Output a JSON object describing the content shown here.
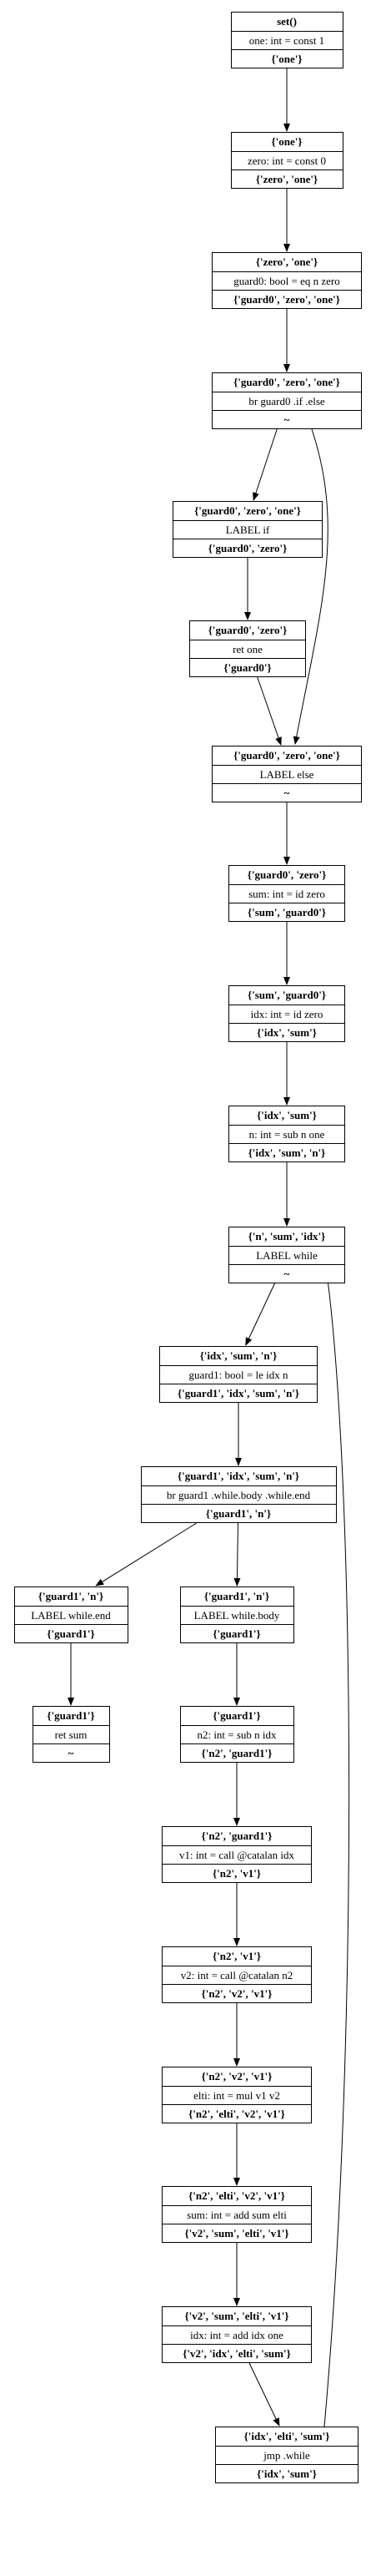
{
  "nodes": [
    {
      "id": "n1",
      "in": "set()",
      "body": "one: int = const 1",
      "out": "{'one'}"
    },
    {
      "id": "n2",
      "in": "{'one'}",
      "body": "zero: int = const 0",
      "out": "{'zero', 'one'}"
    },
    {
      "id": "n3",
      "in": "{'zero', 'one'}",
      "body": "guard0: bool = eq n zero",
      "out": "{'guard0', 'zero', 'one'}"
    },
    {
      "id": "n4",
      "in": "{'guard0', 'zero', 'one'}",
      "body": "br guard0 .if .else",
      "out": "~"
    },
    {
      "id": "n5",
      "in": "{'guard0', 'zero', 'one'}",
      "body": "LABEL if",
      "out": "{'guard0', 'zero'}"
    },
    {
      "id": "n6",
      "in": "{'guard0', 'zero'}",
      "body": "ret one",
      "out": "{'guard0'}"
    },
    {
      "id": "n7",
      "in": "{'guard0', 'zero', 'one'}",
      "body": "LABEL else",
      "out": "~"
    },
    {
      "id": "n8",
      "in": "{'guard0', 'zero'}",
      "body": "sum: int = id zero",
      "out": "{'sum', 'guard0'}"
    },
    {
      "id": "n9",
      "in": "{'sum', 'guard0'}",
      "body": "idx: int = id zero",
      "out": "{'idx', 'sum'}"
    },
    {
      "id": "n10",
      "in": "{'idx', 'sum'}",
      "body": "n: int = sub n one",
      "out": "{'idx', 'sum', 'n'}"
    },
    {
      "id": "n11",
      "in": "{'n', 'sum', 'idx'}",
      "body": "LABEL while",
      "out": "~"
    },
    {
      "id": "n12",
      "in": "{'idx', 'sum', 'n'}",
      "body": "guard1: bool = le idx n",
      "out": "{'guard1', 'idx', 'sum', 'n'}"
    },
    {
      "id": "n13",
      "in": "{'guard1', 'idx', 'sum', 'n'}",
      "body": "br guard1 .while.body .while.end",
      "out": "{'guard1', 'n'}"
    },
    {
      "id": "n14",
      "in": "{'guard1', 'n'}",
      "body": "LABEL while.end",
      "out": "{'guard1'}"
    },
    {
      "id": "n15",
      "in": "{'guard1'}",
      "body": "ret sum",
      "out": "~"
    },
    {
      "id": "n16",
      "in": "{'guard1', 'n'}",
      "body": "LABEL while.body",
      "out": "{'guard1'}"
    },
    {
      "id": "n17",
      "in": "{'guard1'}",
      "body": "n2: int = sub n idx",
      "out": "{'n2', 'guard1'}"
    },
    {
      "id": "n18",
      "in": "{'n2', 'guard1'}",
      "body": "v1: int = call @catalan idx",
      "out": "{'n2', 'v1'}"
    },
    {
      "id": "n19",
      "in": "{'n2', 'v1'}",
      "body": "v2: int = call @catalan n2",
      "out": "{'n2', 'v2', 'v1'}"
    },
    {
      "id": "n20",
      "in": "{'n2', 'v2', 'v1'}",
      "body": "elti: int = mul v1 v2",
      "out": "{'n2', 'elti', 'v2', 'v1'}"
    },
    {
      "id": "n21",
      "in": "{'n2', 'elti', 'v2', 'v1'}",
      "body": "sum: int = add sum elti",
      "out": "{'v2', 'sum', 'elti', 'v1'}"
    },
    {
      "id": "n22",
      "in": "{'v2', 'sum', 'elti', 'v1'}",
      "body": "idx: int = add idx one",
      "out": "{'v2', 'idx', 'elti', 'sum'}"
    },
    {
      "id": "n23",
      "in": "{'idx', 'elti', 'sum'}",
      "body": "jmp .while",
      "out": "{'idx', 'sum'}"
    }
  ],
  "edges": [
    {
      "from": "n1",
      "to": "n2"
    },
    {
      "from": "n2",
      "to": "n3"
    },
    {
      "from": "n3",
      "to": "n4"
    },
    {
      "from": "n4",
      "to": "n5"
    },
    {
      "from": "n4",
      "to": "n7"
    },
    {
      "from": "n5",
      "to": "n6"
    },
    {
      "from": "n6",
      "to": "n7"
    },
    {
      "from": "n7",
      "to": "n8"
    },
    {
      "from": "n8",
      "to": "n9"
    },
    {
      "from": "n9",
      "to": "n10"
    },
    {
      "from": "n10",
      "to": "n11"
    },
    {
      "from": "n11",
      "to": "n12"
    },
    {
      "from": "n12",
      "to": "n13"
    },
    {
      "from": "n13",
      "to": "n14"
    },
    {
      "from": "n13",
      "to": "n16"
    },
    {
      "from": "n14",
      "to": "n15"
    },
    {
      "from": "n16",
      "to": "n17"
    },
    {
      "from": "n17",
      "to": "n18"
    },
    {
      "from": "n18",
      "to": "n19"
    },
    {
      "from": "n19",
      "to": "n20"
    },
    {
      "from": "n20",
      "to": "n21"
    },
    {
      "from": "n21",
      "to": "n22"
    },
    {
      "from": "n22",
      "to": "n23"
    },
    {
      "from": "n23",
      "to": "n11"
    }
  ]
}
